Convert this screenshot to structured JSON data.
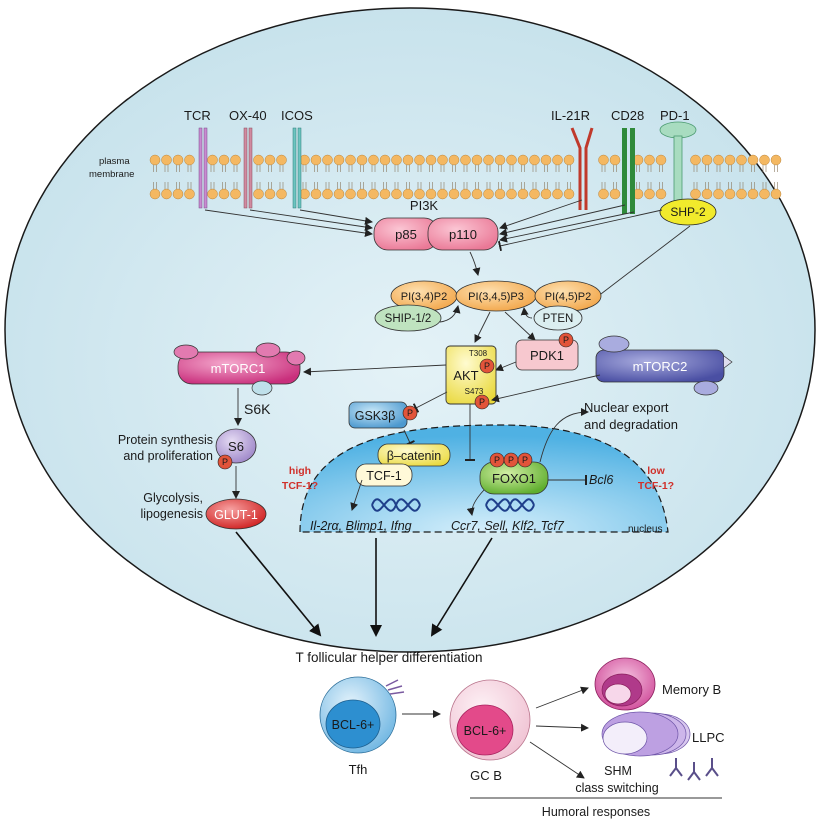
{
  "receptors": {
    "tcr": "TCR",
    "ox40": "OX-40",
    "icos": "ICOS",
    "il21r": "IL-21R",
    "cd28": "CD28",
    "pd1": "PD-1"
  },
  "membrane": {
    "line1": "plasma",
    "line2": "membrane"
  },
  "pi3k": {
    "title": "PI3K",
    "p85": "p85",
    "p110": "p110"
  },
  "phosphoinositides": {
    "pi34p2": "PI(3,4)P2",
    "pi345p3": "PI(3,4,5)P3",
    "pi45p2": "PI(4,5)P2"
  },
  "phosphatases": {
    "ship": "SHIP-1/2",
    "pten": "PTEN",
    "shp2": "SHP-2"
  },
  "kinases": {
    "pdk1": "PDK1",
    "akt": "AKT",
    "t308": "T308",
    "s473": "S473",
    "mtorc1": "mTORC1",
    "mtorc2": "mTORC2",
    "s6k": "S6K",
    "s6": "S6",
    "gsk3b": "GSK3β"
  },
  "phospho": "P",
  "outputs": {
    "protein_line1": "Protein synthesis",
    "protein_line2": "and proliferation",
    "glyco_line1": "Glycolysis,",
    "glyco_line2": "lipogenesis",
    "glut1": "GLUT-1",
    "export_line1": "Nuclear export",
    "export_line2": "and degradation"
  },
  "nucleus": {
    "label": "nucleus",
    "bcatenin": "β–catenin",
    "tcf1": "TCF-1",
    "foxo1": "FOXO1",
    "bcl6": "Bcl6",
    "high_line1": "high",
    "high_line2": "TCF-1?",
    "low_line1": "low",
    "low_line2": "TCF-1?",
    "genes_left": "Il-2rα, Blimp1, Ifng",
    "genes_mid": "Ccr7, Sell, Klf2, Tcf7"
  },
  "outcome": {
    "tfh_title": "T follicular helper differentiation",
    "bcl6_label": "BCL-6+",
    "tfh": "Tfh",
    "gcb": "GC B",
    "memory_b": "Memory B",
    "llpc": "LLPC",
    "shm": "SHM",
    "class_switching": "class switching",
    "humoral": "Humoral responses"
  },
  "colors": {
    "cell_fill": "#d6ecf3",
    "nucleus_fill": "#5bb8e6",
    "lipid_head": "#f4b862",
    "pi3k": "#f08aa6",
    "akt": "#f2ea6a",
    "mtor": "#d43f86",
    "mtorc2": "#5a5fb0",
    "foxo1": "#7cc242",
    "glut1": "#d62c2c",
    "phospho": "#e2543a"
  }
}
